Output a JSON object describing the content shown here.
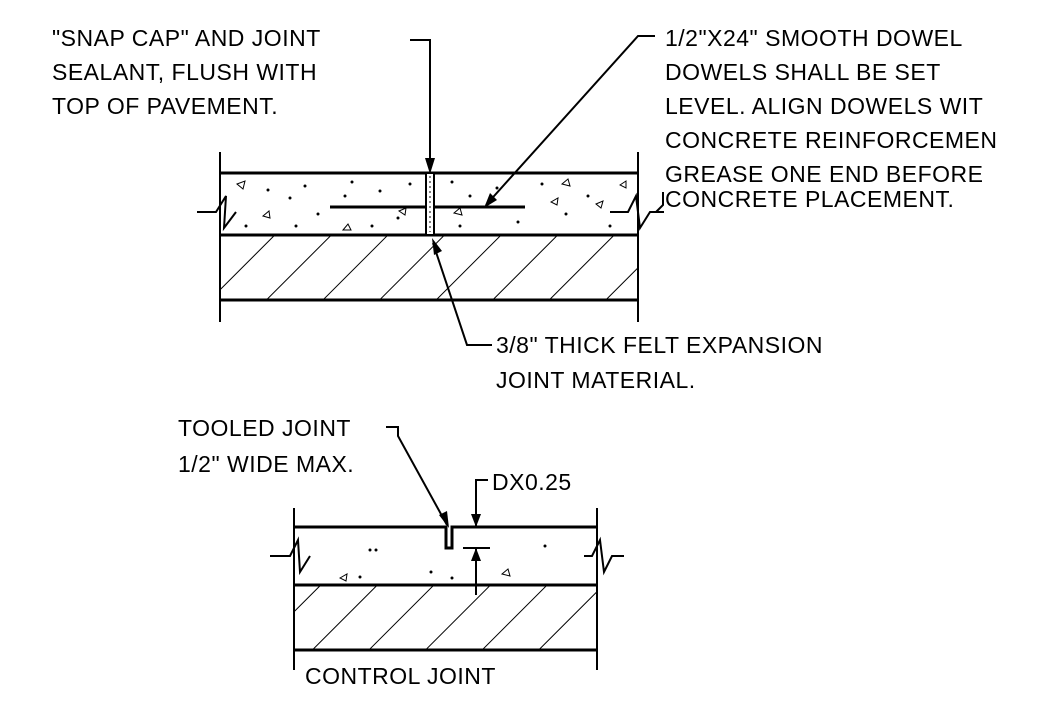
{
  "colors": {
    "ink": "#000000",
    "paper": "#ffffff"
  },
  "notes": {
    "snap_cap": [
      "\"SNAP CAP\" AND JOINT",
      "SEALANT, FLUSH WITH",
      "TOP OF PAVEMENT."
    ],
    "dowel": [
      "1/2\"X24\" SMOOTH DOWEL",
      "DOWELS SHALL BE SET",
      "LEVEL. ALIGN DOWELS WIT",
      "CONCRETE REINFORCEMEN",
      "GREASE ONE END BEFORE",
      "CONCRETE PLACEMENT."
    ],
    "felt": [
      "3/8\" THICK FELT EXPANSION",
      "JOINT MATERIAL."
    ],
    "tooled": [
      "TOOLED JOINT",
      "1/2\" WIDE MAX."
    ],
    "depth": "DX0.25",
    "control_title": "CONTROL JOINT"
  }
}
